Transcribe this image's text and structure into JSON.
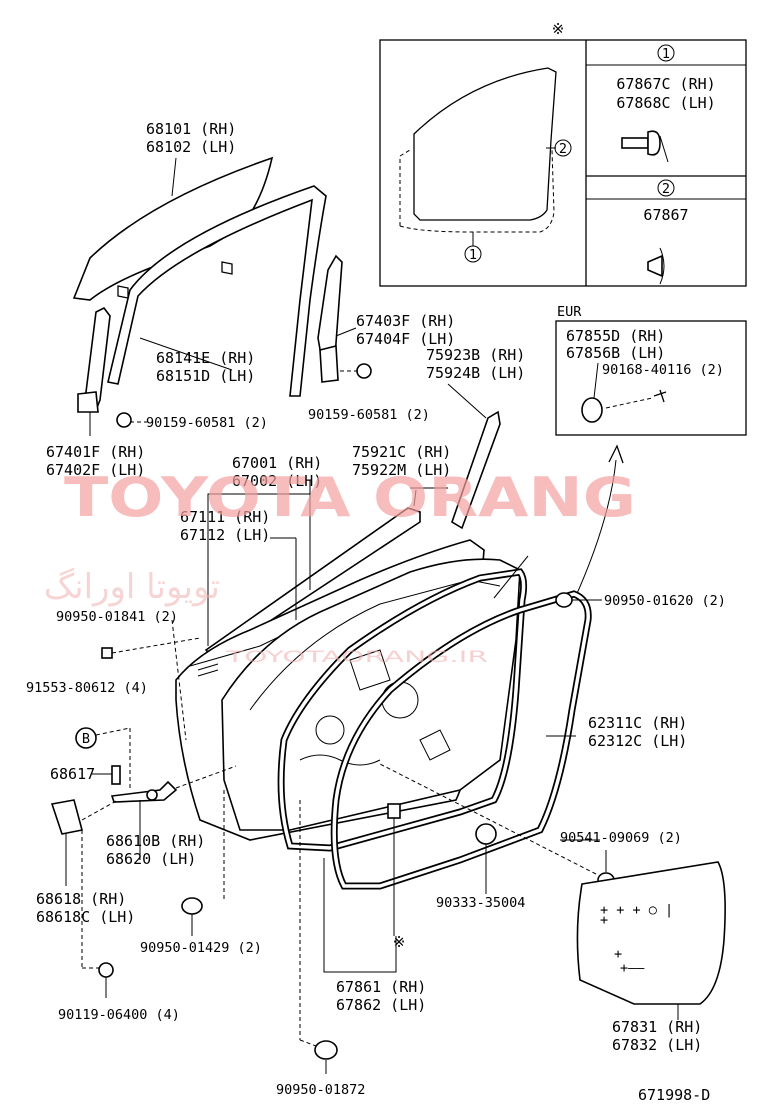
{
  "watermark": {
    "brand": "TOYOTA ORANG",
    "arabic": "تويوتا اورانگ",
    "url": "TOYOTAORANG.IR"
  },
  "top_marker": "※",
  "bottom_marker": "※",
  "inset": {
    "circle_1": "1",
    "circle_2": "2",
    "cell_1_label": "1",
    "cell_1_parts": [
      "67867C (RH)",
      "67868C (LH)"
    ],
    "cell_2_label": "2",
    "cell_2_parts": [
      "67867"
    ]
  },
  "eur_box": {
    "title": "EUR",
    "parts": [
      "67855D (RH)",
      "67856B (LH)"
    ],
    "clip": "90168-40116 (2)"
  },
  "circle_b": "B",
  "labels": {
    "glass": [
      "68101 (RH)",
      "68102 (LH)"
    ],
    "run_channel": [
      "68141E (RH)",
      "68151D (LH)"
    ],
    "rear_sash": [
      "67403F (RH)",
      "67404F (LH)"
    ],
    "frame_cover": [
      "75923B (RH)",
      "75924B (LH)"
    ],
    "front_sash": [
      "67401F (RH)",
      "67402F (LH)"
    ],
    "bolt_left": "90159-60581 (2)",
    "bolt_right": "90159-60581 (2)",
    "door_panel": [
      "67001 (RH)",
      "67002 (LH)"
    ],
    "belt_molding": [
      "75921C (RH)",
      "75922M (LH)"
    ],
    "weatherstrip_belt": [
      "67111 (RH)",
      "67112 (LH)"
    ],
    "plug_841": "90950-01841 (2)",
    "clip_b": "91553-80612 (4)",
    "pin": "68617",
    "check": [
      "68610B (RH)",
      "68620 (LH)"
    ],
    "check_bracket": [
      "68618  (RH)",
      "68618C (LH)"
    ],
    "plug_429": "90950-01429 (2)",
    "screw": "90119-06400 (4)",
    "plug_872": "90950-01872",
    "plug_620": "90950-01620 (2)",
    "door_weatherstrip": [
      "62311C (RH)",
      "62312C (LH)"
    ],
    "hole_plug_069": "90541-09069 (2)",
    "hole_plug_004": "90333-35004",
    "opening_trim": [
      "67861 (RH)",
      "67862 (LH)"
    ],
    "service_cover": [
      "67831 (RH)",
      "67832 (LH)"
    ]
  },
  "diagram_code": "671998-D"
}
